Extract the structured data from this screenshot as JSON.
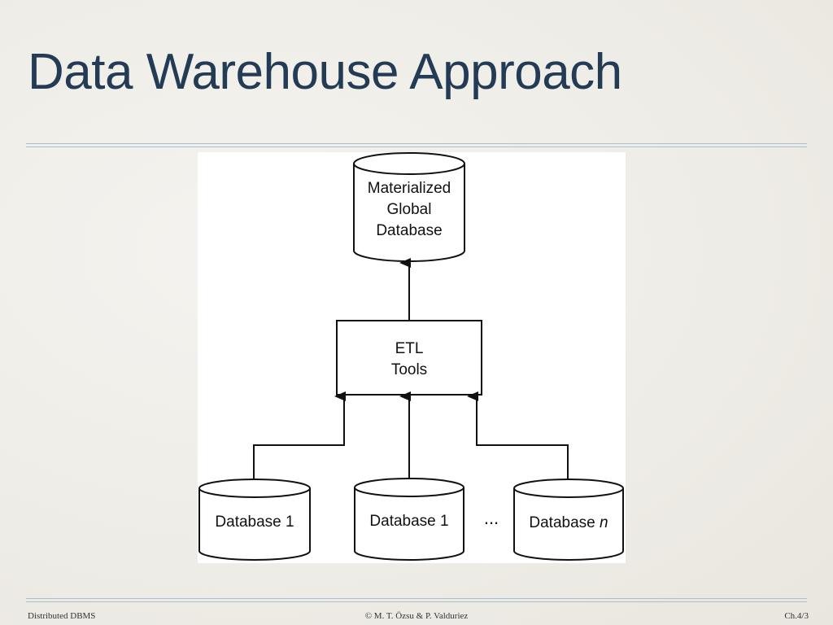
{
  "slide": {
    "title": "Data Warehouse Approach"
  },
  "diagram": {
    "top_db": {
      "line1": "Materialized",
      "line2": "Global",
      "line3": "Database"
    },
    "etl": {
      "line1": "ETL",
      "line2": "Tools"
    },
    "sources": [
      {
        "label": "Database 1",
        "suffix": ""
      },
      {
        "label": "Database 1",
        "suffix": ""
      },
      {
        "label": "Database ",
        "suffix": "n"
      }
    ],
    "ellipsis": "..."
  },
  "footer": {
    "left": "Distributed DBMS",
    "center": "© M. T. Özsu & P. Valduriez",
    "right": "Ch.4/3"
  }
}
